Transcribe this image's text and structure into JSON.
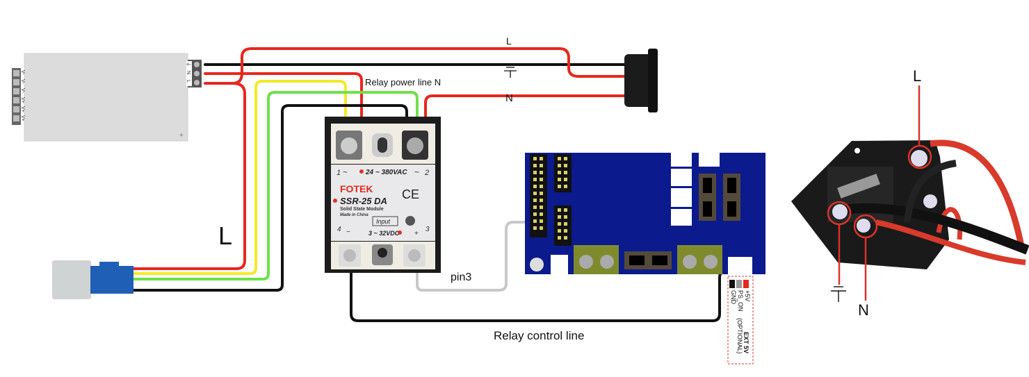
{
  "labels": {
    "top_l": "L",
    "top_n": "N",
    "relay_power_line_n": "Relay power line N",
    "big_l": "L",
    "pin3": "pin3",
    "relay_control_line": "Relay control line",
    "photo_l": "L",
    "photo_n": "N"
  },
  "psu": {
    "terminals_left": [
      "V-",
      "V-",
      "V-",
      "V+",
      "V+",
      "V+"
    ],
    "terminals_right": [
      "⏚",
      "N",
      "L"
    ]
  },
  "ssr": {
    "brand": "FOTEK",
    "model": "SSR-25 DA",
    "subtitle": "Solid State Module",
    "origin": "Made in China",
    "ac_range": "24 ~ 380VAC",
    "input_label": "Input",
    "dc_range": "3 ~ 32VDC",
    "ce_mark": "CE",
    "pin1": "1",
    "pin2": "2",
    "pin3": "3",
    "pin4": "4",
    "minus": "−",
    "plus": "+",
    "tilde": "~"
  },
  "ext5v": {
    "pins": [
      "+5V",
      "PS_ON",
      "GND"
    ],
    "title": "EXT 5V",
    "note": "(OPTIONAL)"
  },
  "colors": {
    "live": "#e8271c",
    "ground": "#111111",
    "yellow": "#f2ea2a",
    "green": "#6fe04a",
    "signal": "#c8c8c8",
    "board": "#0b1a8c",
    "annotation": "#d9342b"
  }
}
